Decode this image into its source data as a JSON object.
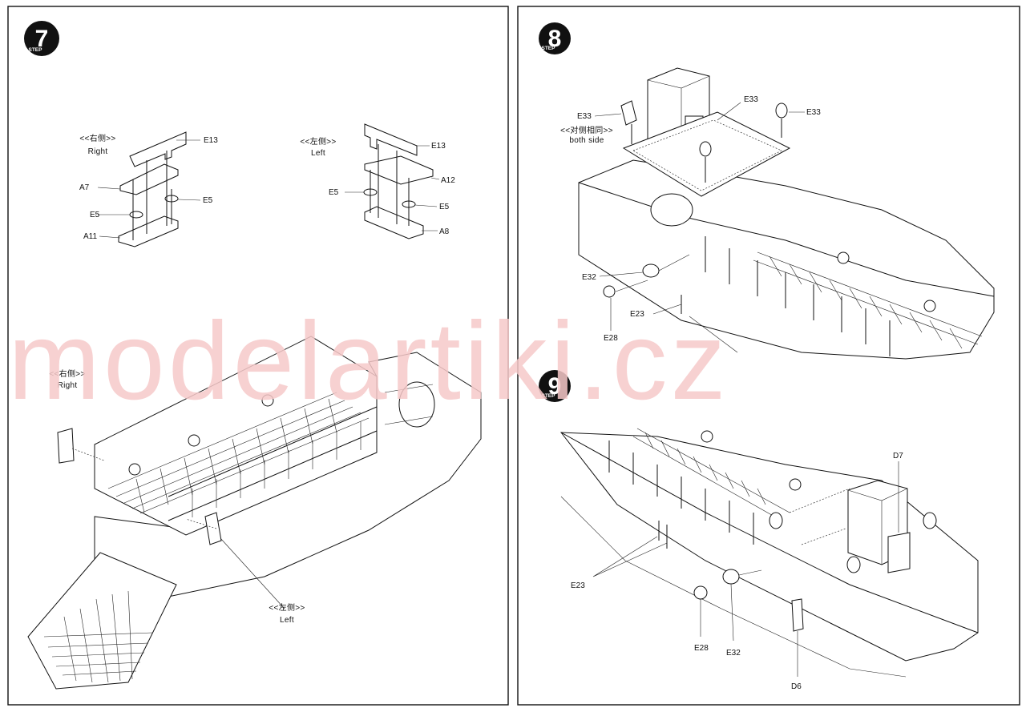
{
  "watermark": "modelartiki.cz",
  "panel_left": {
    "step": {
      "number": "7",
      "word": "STEP"
    },
    "subassembly_right": {
      "header": "<<右侧>>",
      "caption": "Right",
      "parts": [
        "E13",
        "A7",
        "E5",
        "E5",
        "A11"
      ]
    },
    "subassembly_left": {
      "header": "<<左侧>>",
      "caption": "Left",
      "parts": [
        "E13",
        "E5",
        "A12",
        "E5",
        "A8"
      ]
    },
    "hull_right_header": "<<右侧>>",
    "hull_right_caption": "Right",
    "hull_left_header": "<<左侧>>",
    "hull_left_caption": "Left"
  },
  "panel_right_top": {
    "step": {
      "number": "8",
      "word": "STEP"
    },
    "header": "<<对侧相同>>",
    "caption": "both side",
    "parts": {
      "e33_a": "E33",
      "e33_b": "E33",
      "e33_c": "E33",
      "e32": "E32",
      "e23": "E23",
      "e28": "E28"
    }
  },
  "panel_right_bottom": {
    "step": {
      "number": "9",
      "word": "STEP"
    },
    "parts": {
      "d7": "D7",
      "e23": "E23",
      "e28": "E28",
      "e32": "E32",
      "d6": "D6"
    }
  }
}
